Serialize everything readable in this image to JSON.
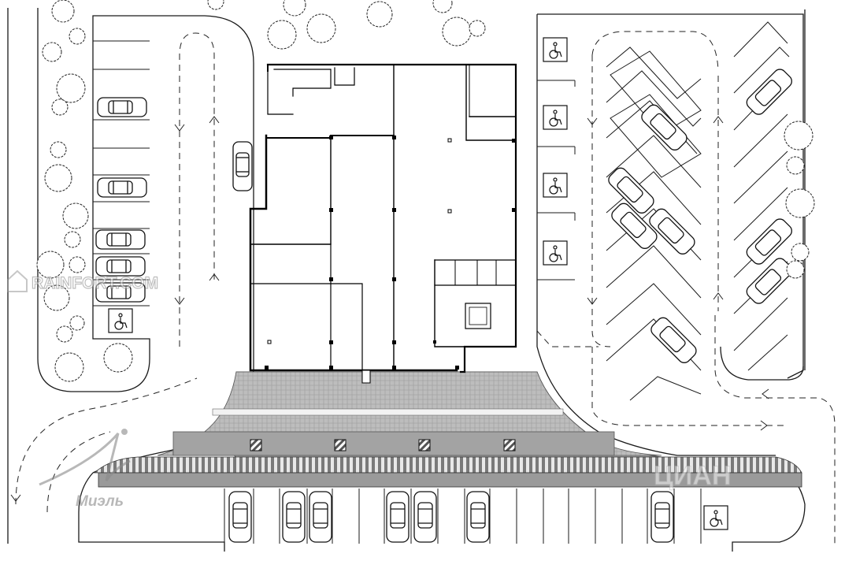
{
  "plan": {
    "accessible_symbol": "wheelchair-icon",
    "colors": {
      "line": "#1a1a1a",
      "wall": "#000000",
      "paving": "#c9c9c9",
      "paving_dark": "#8e8e8e",
      "tree_fill": "#ffffff",
      "watermark": "#9a9a9a"
    }
  },
  "watermarks": {
    "site_text": "RAINFORT.COM",
    "brand_text": "Миэль",
    "right_text": "ЦИАН"
  }
}
